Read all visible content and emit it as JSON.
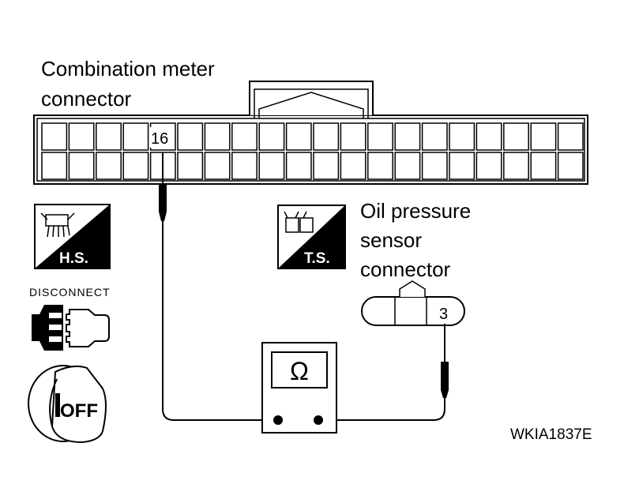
{
  "labels": {
    "combo_line1": "Combination meter",
    "combo_line2": "connector",
    "oil_line1": "Oil pressure",
    "oil_line2": "sensor",
    "oil_line3": "connector",
    "pin_16": "16",
    "pin_3": "3",
    "disconnect": "DISCONNECT",
    "hs_badge": "H.S.",
    "ts_badge": "T.S.",
    "ohm": "Ω",
    "off_key": "OFF",
    "figure_code": "WKIA1837E"
  },
  "icons": {
    "harness_side": "harness-side-icon",
    "terminal_side": "terminal-side-icon",
    "disconnect": "disconnect-connector-icon",
    "ignition": "ignition-key-off-icon",
    "meter": "ohmmeter-icon"
  },
  "colors": {
    "line": "#000000",
    "background": "#ffffff"
  }
}
